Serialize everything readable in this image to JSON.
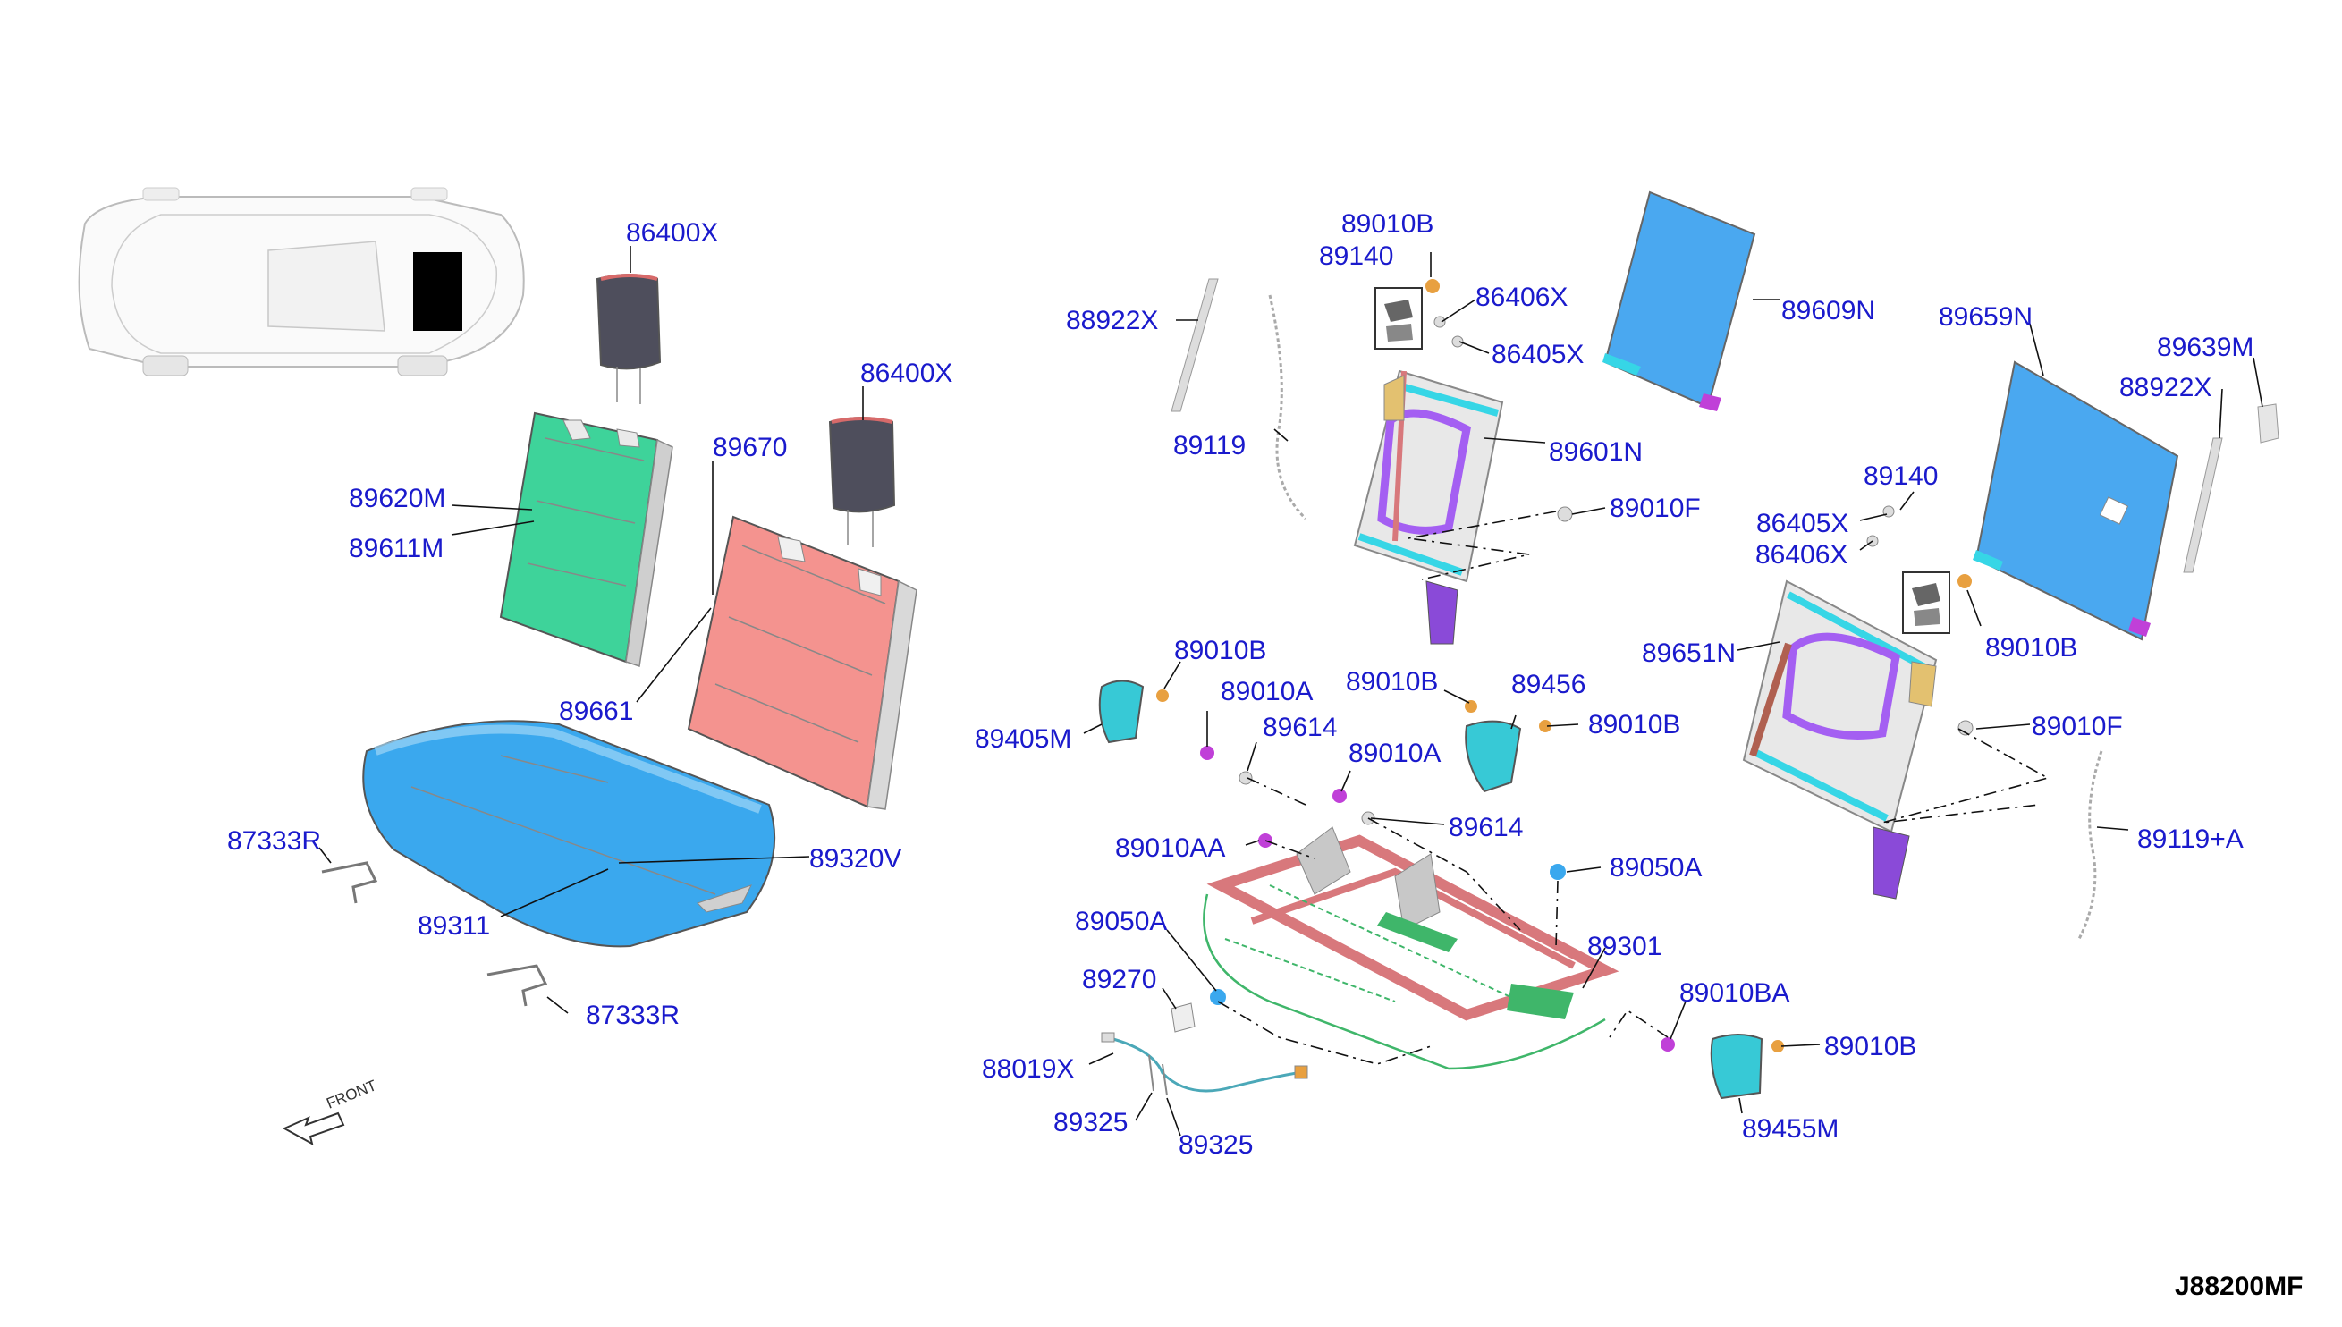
{
  "diagram_code": "J88200MF",
  "front_marker": "FRONT",
  "labels": [
    "86400X",
    "86400X",
    "89670",
    "89620M",
    "89611M",
    "89661",
    "87333R",
    "89320V",
    "89311",
    "87333R",
    "89010B",
    "89140",
    "86406X",
    "86405X",
    "88922X",
    "89119",
    "89601N",
    "89010F",
    "89609N",
    "89659N",
    "89639M",
    "88922X",
    "89140",
    "86405X",
    "86406X",
    "89010B",
    "89651N",
    "89010F",
    "89119+A",
    "89010B",
    "89405M",
    "89010A",
    "89614",
    "89010B",
    "89456",
    "89010B",
    "89010A",
    "89614",
    "89010AA",
    "89050A",
    "89050A",
    "89301",
    "89270",
    "89010BA",
    "89010B",
    "88019X",
    "89325",
    "89325",
    "89455M"
  ],
  "colors": {
    "label_text": "#1a1acc",
    "seatback_left": "#3ed39a",
    "seatback_right": "#f4938f",
    "cushion": "#3aa8ee",
    "cover_board": "#4aa8f0",
    "frame_purple": "#a45ff2",
    "frame_cyan": "#36d6e6",
    "frame_red": "#d8787c",
    "wire_green": "#3fb66a",
    "headrest": "#4e4e5c",
    "side_trim": "#37c9d6",
    "fastener_magenta": "#c040d8",
    "fastener_orange": "#e8a040"
  }
}
